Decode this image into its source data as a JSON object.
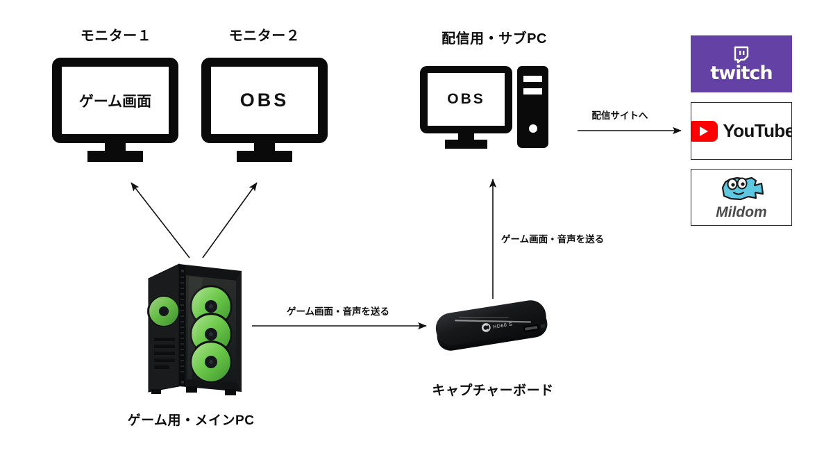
{
  "diagram": {
    "title_monitor1": "モニター１",
    "title_monitor2": "モニター２",
    "title_subpc": "配信用・サブPC",
    "screen_game": "ゲーム画面",
    "screen_obs2": "OBS",
    "screen_obs_sub": "OBS",
    "caption_mainpc": "ゲーム用・メインPC",
    "caption_capture": "キャプチャーボード",
    "arrow_label_to_capture": "ゲーム画面・音声を送る",
    "arrow_label_to_subpc": "ゲーム画面・音声を送る",
    "arrow_label_to_sites": "配信サイトへ"
  },
  "sites": [
    {
      "name": "twitch",
      "label": "twitch",
      "bg": "#6441A4",
      "fg": "#ffffff"
    },
    {
      "name": "youtube",
      "label": "YouTube",
      "bg": "#ffffff",
      "fg": "#131313",
      "accent": "#ff0000"
    },
    {
      "name": "mildom",
      "label": "Mildom",
      "bg": "#ffffff",
      "fg": "#4a4a4a",
      "accent": "#5ec8e0"
    }
  ],
  "colors": {
    "background": "#ffffff",
    "ink": "#0d0d0d",
    "icon_black": "#0a0a0a",
    "twitch_purple": "#6441A4",
    "youtube_red": "#ff0000",
    "mildom_cyan": "#5ec8e0",
    "pc_fan_green": "#7fdc5a"
  }
}
